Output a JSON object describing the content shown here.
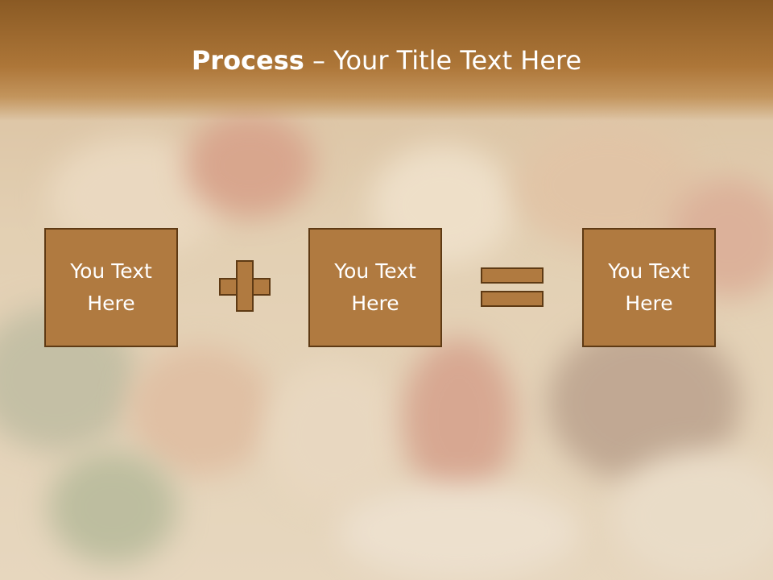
{
  "title": {
    "bold": "Process",
    "rest": " – Your Title Text Here"
  },
  "boxes": [
    {
      "line1": "You Text",
      "line2": "Here"
    },
    {
      "line1": "You Text",
      "line2": "Here"
    },
    {
      "line1": "You Text",
      "line2": "Here"
    }
  ],
  "colors": {
    "title_band": "#ad7638",
    "box_fill": "#b07a40",
    "box_border": "#5e3a14",
    "text": "#ffffff"
  },
  "icons": {
    "operator_1": "plus-icon",
    "operator_2": "equals-icon"
  }
}
